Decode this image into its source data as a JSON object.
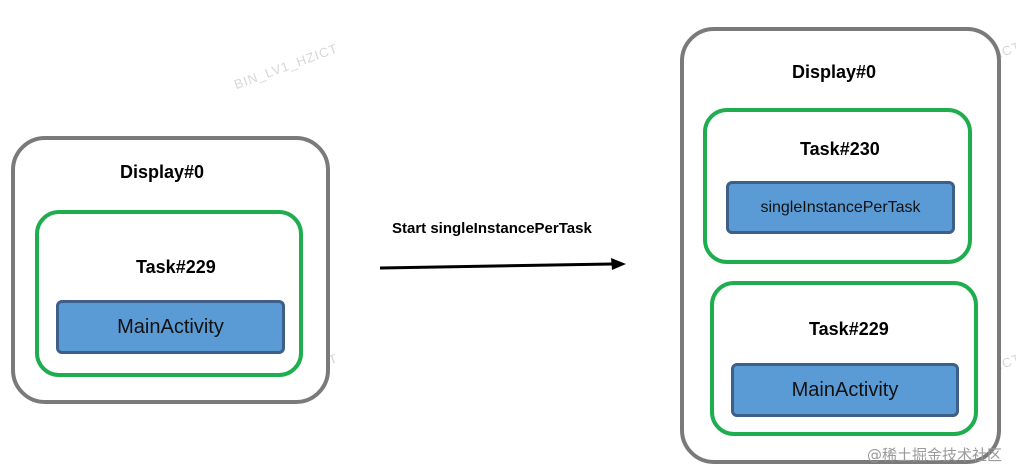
{
  "watermark": "BIN_LV1_HZICT",
  "left_state": {
    "display_label": "Display#0",
    "task": {
      "label": "Task#229",
      "activity": "MainActivity"
    }
  },
  "transition": {
    "label": "Start singleInstancePerTask"
  },
  "right_state": {
    "display_label": "Display#0",
    "tasks": [
      {
        "label": "Task#230",
        "activity": "singleInstancePerTask"
      },
      {
        "label": "Task#229",
        "activity": "MainActivity"
      }
    ]
  },
  "footer": {
    "site": "@稀土掘金技术社区"
  },
  "colors": {
    "display_border": "#7a7a7a",
    "task_border": "#1fae4f",
    "activity_fill": "#5b9bd5"
  }
}
